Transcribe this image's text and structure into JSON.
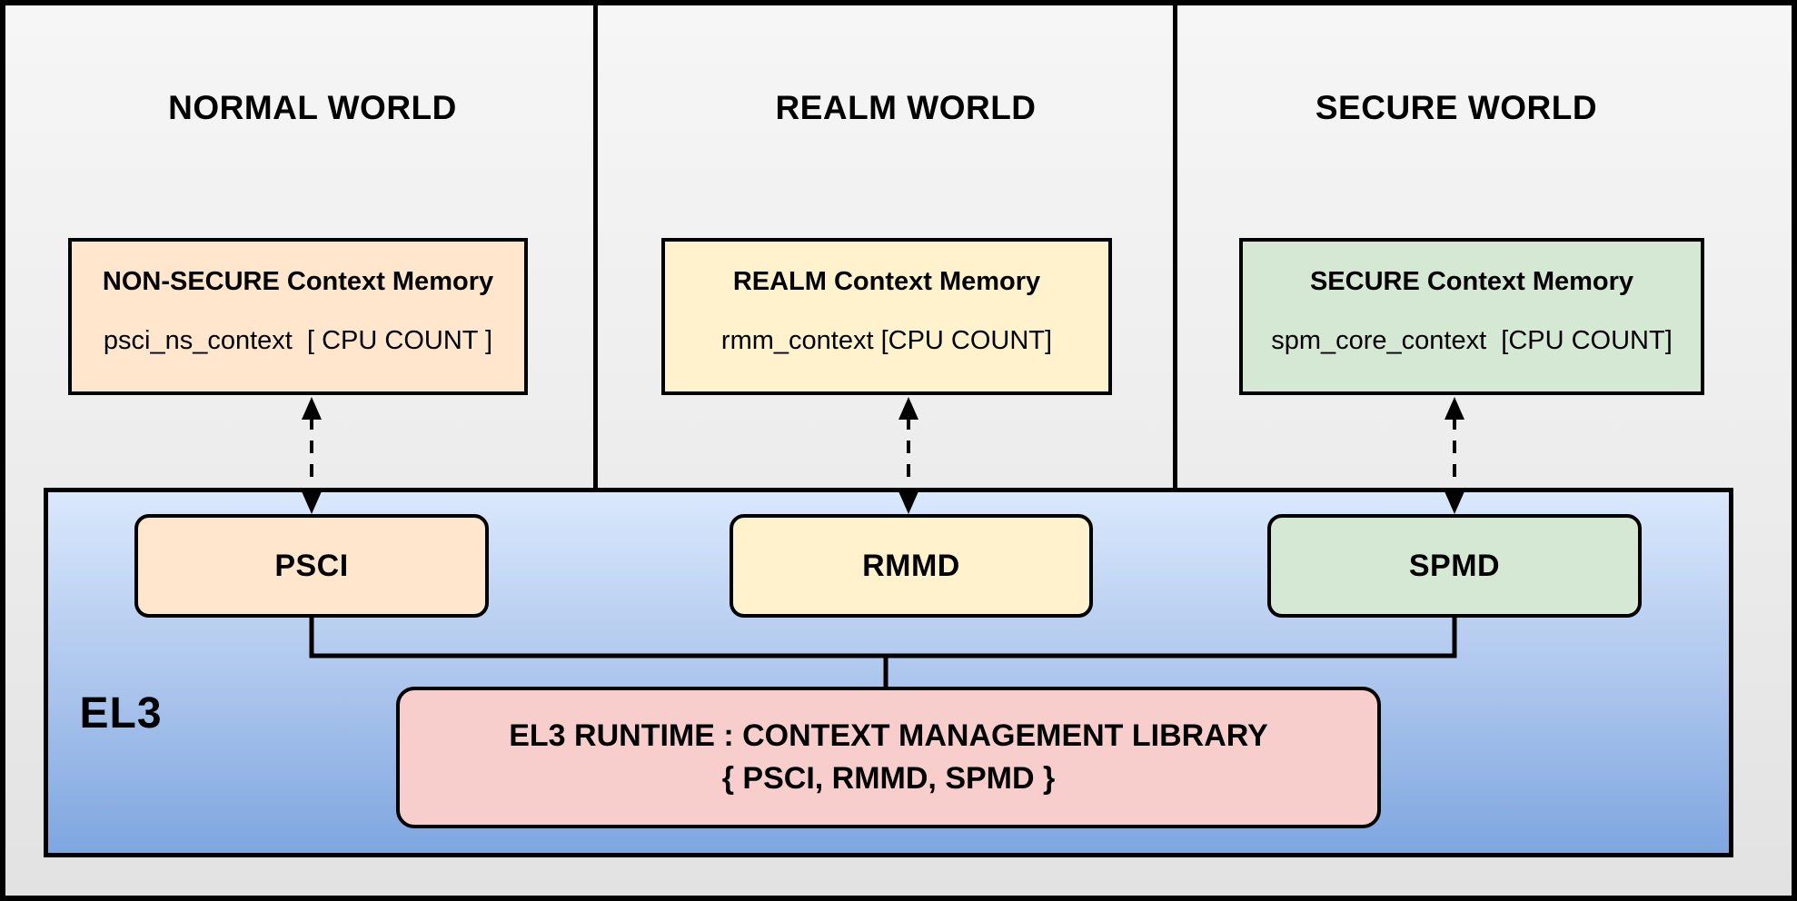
{
  "worlds": [
    {
      "title": "NORMAL WORLD",
      "memory_box": {
        "title": "NON-SECURE Context Memory",
        "value": "psci_ns_context  [ CPU COUNT ]",
        "fill": "#FFE6CC"
      },
      "component": {
        "label": "PSCI",
        "fill": "#FFE6CC"
      }
    },
    {
      "title": "REALM WORLD",
      "memory_box": {
        "title": "REALM Context Memory",
        "value": "rmm_context [CPU COUNT]",
        "fill": "#FFF2CC"
      },
      "component": {
        "label": "RMMD",
        "fill": "#FFF2CC"
      }
    },
    {
      "title": "SECURE WORLD",
      "memory_box": {
        "title": "SECURE Context Memory",
        "value": "spm_core_context  [CPU COUNT]",
        "fill": "#D5E8D4"
      },
      "component": {
        "label": "SPMD",
        "fill": "#D5E8D4"
      }
    }
  ],
  "el3": {
    "label": "EL3",
    "runtime_box": {
      "line1": "EL3 RUNTIME : CONTEXT MANAGEMENT LIBRARY",
      "line2": "{ PSCI, RMMD, SPMD }",
      "fill": "#F8CECC"
    },
    "gradient_top": "#DAE8FC",
    "gradient_bottom": "#7EA6E0"
  },
  "colors": {
    "background": "#EFEFEF",
    "outline": "#000000"
  }
}
